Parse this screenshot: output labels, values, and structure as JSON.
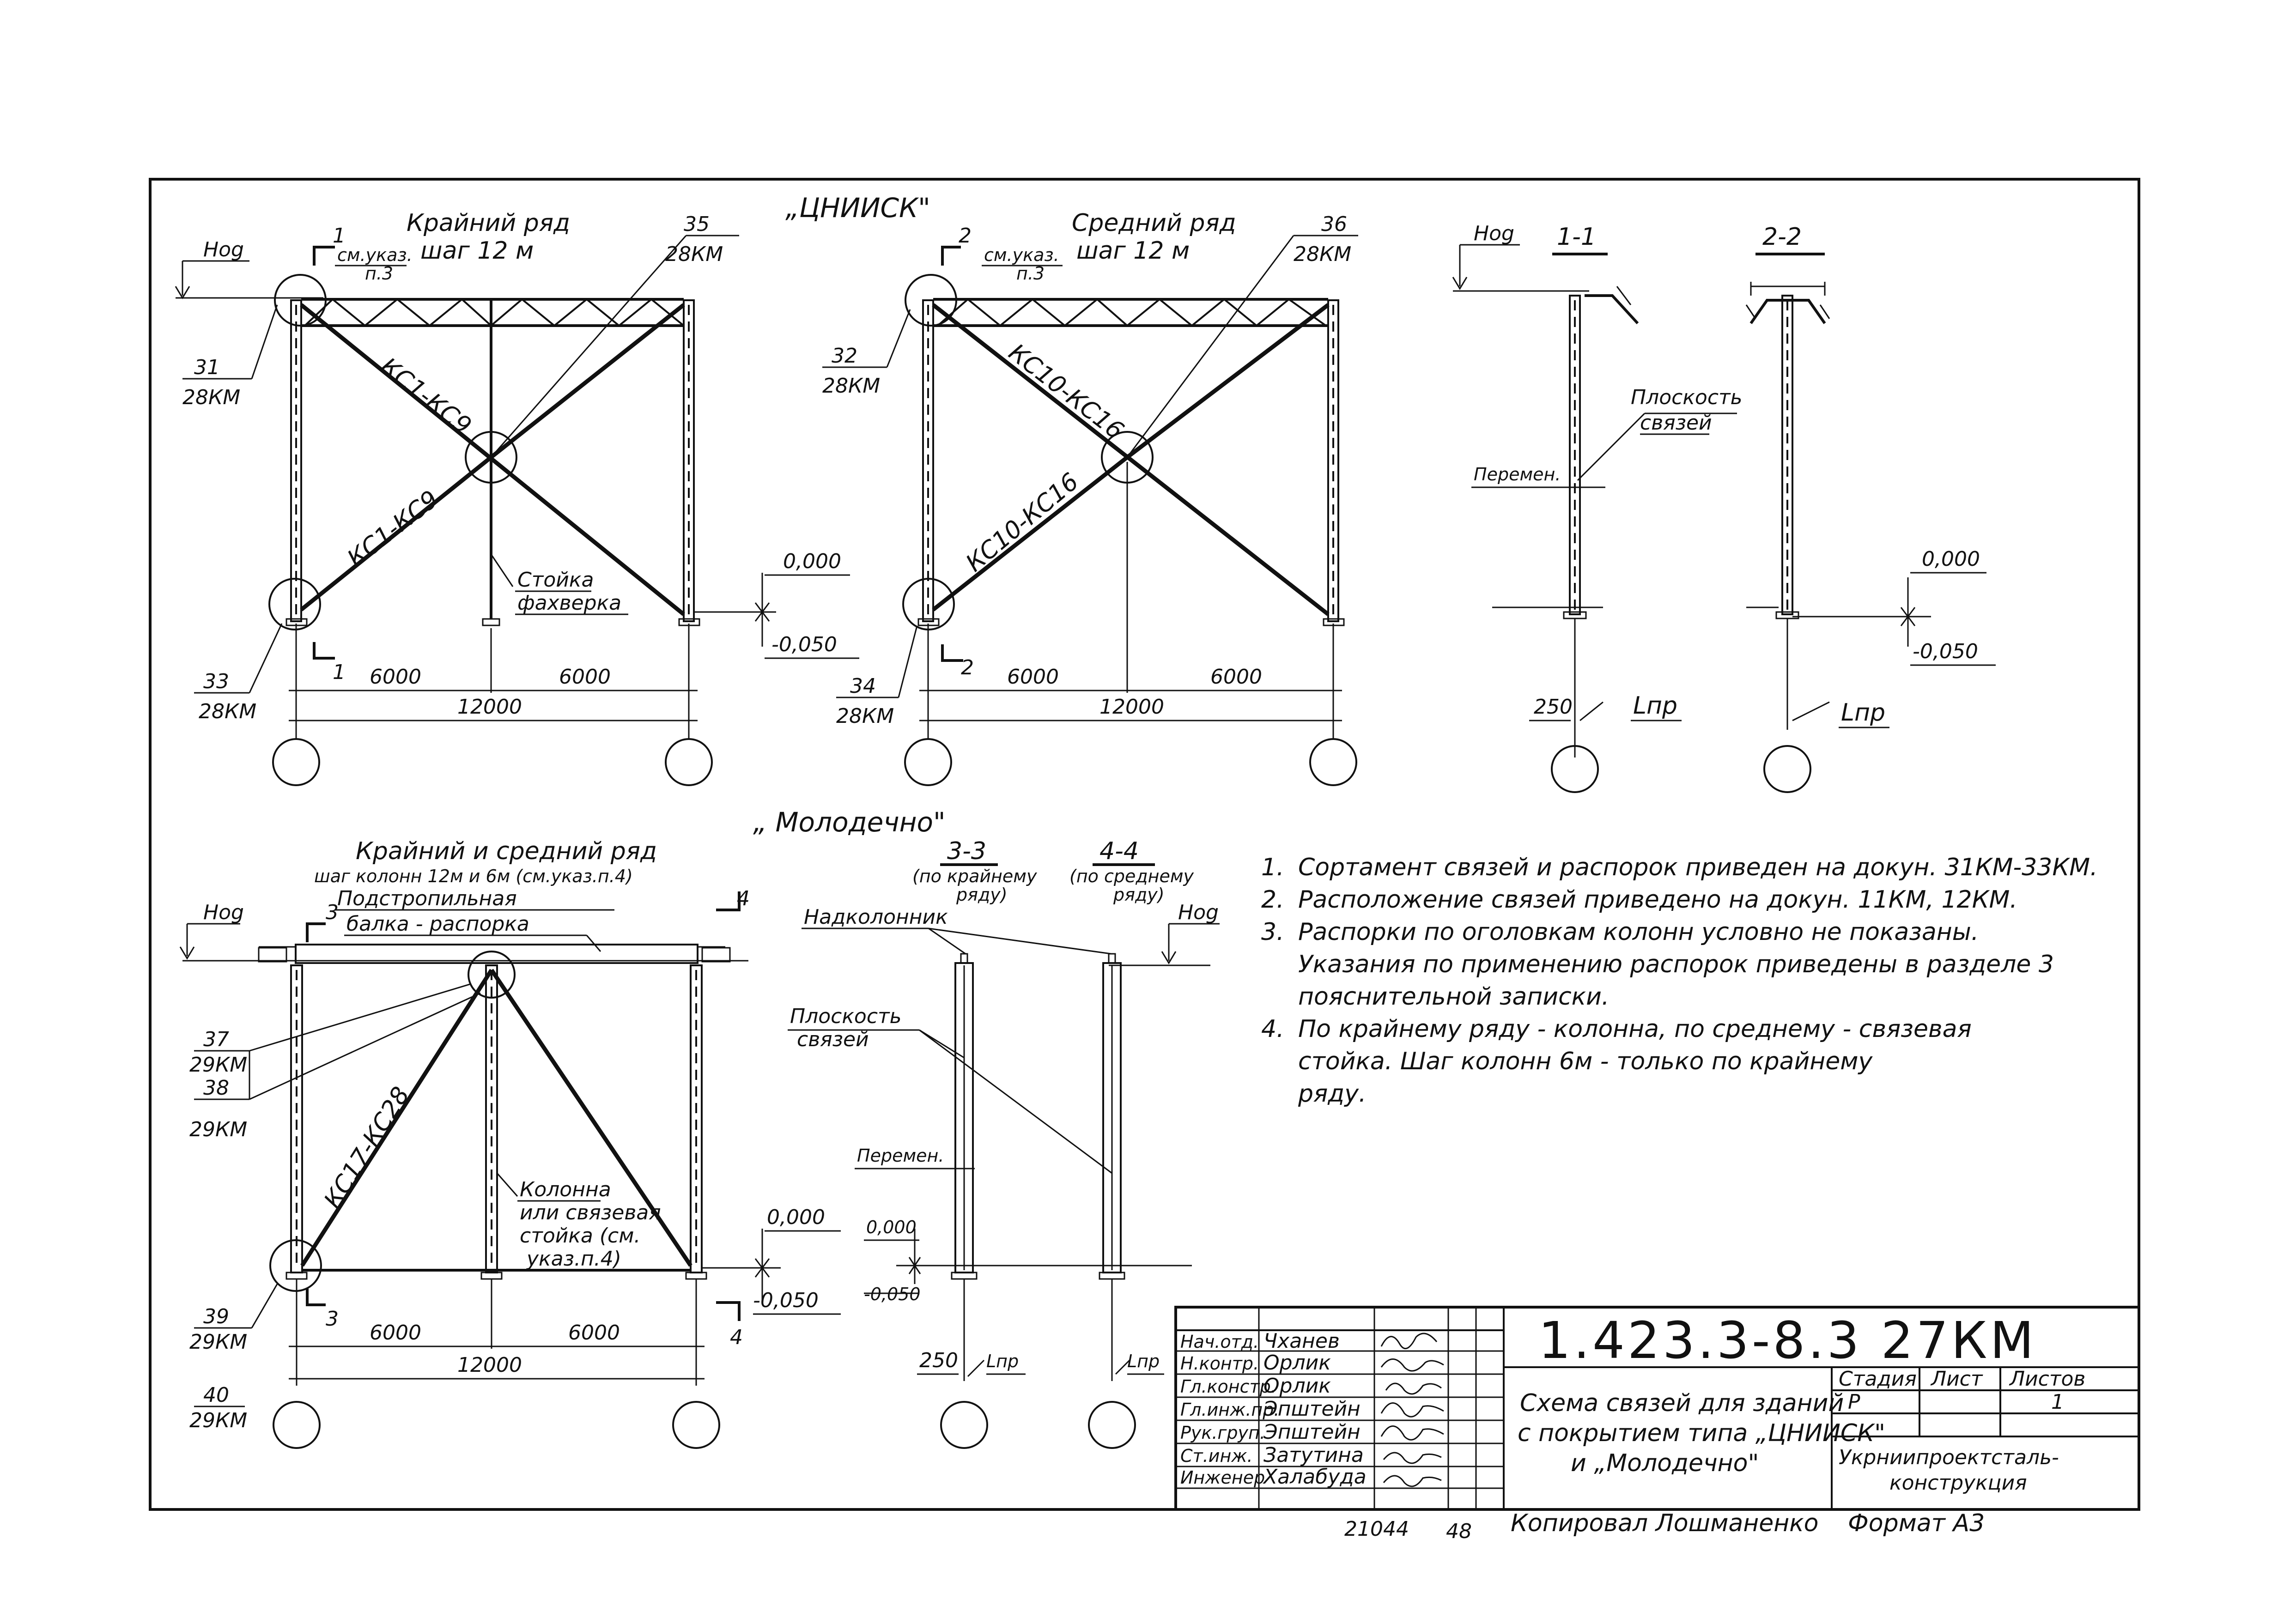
{
  "drawing": {
    "code": "1.423.3-8.3 27КМ",
    "format": "Формат А3",
    "copied_by": "Копировал  Лошманенко",
    "bottom_number": "21044",
    "page_number": "48"
  },
  "sections": {
    "tsniisk": "„ЦНИИСК\"",
    "molodechno": "„ Молодечно\""
  },
  "titles": {
    "edge_row_1": "Крайний ряд",
    "edge_row_2": "шаг 12 м",
    "middle_row_1": "Средний ряд",
    "middle_row_2": "шаг 12 м",
    "section_1_1": "1-1",
    "section_2_2": "2-2",
    "mol_1": "Крайний и средний ряд",
    "mol_2": "шаг колонн 12м и 6м (см.указ.п.4)",
    "section_3_3": "3-3",
    "section_3_3_sub_1": "(по крайнему",
    "section_3_3_sub_2": "ряду)",
    "section_4_4": "4-4",
    "section_4_4_sub_1": "(по среднему",
    "section_4_4_sub_2": "ряду)"
  },
  "labels": {
    "hog": "Нog",
    "see_note_1": "см.указ.",
    "see_note_2": "п.3",
    "brace_ks1_ks9_top": "КС1-КС9",
    "brace_ks1_ks9_bottom": "КС1-КС9",
    "brace_ks10_ks16_top": "КС10-КС16",
    "brace_ks10_ks16_bottom": "КС10-КС16",
    "brace_ks17_ks28": "КС17-КС28",
    "stoika_1": "Стойка",
    "stoika_2": "фахверка",
    "ploskost_1": "Плоскость",
    "ploskost_2": "связей",
    "peremen": "Перемен.",
    "podstropilnaya_1": "Подстропильная",
    "podstropilnaya_2": "балка - распорка",
    "nadkolonnik": "Надколонник",
    "kolonna_1": "Колонна",
    "kolonna_2": "или связевая",
    "kolonna_3": "стойка (см.",
    "kolonna_4": "указ.п.4)",
    "lpr": "Lпр",
    "sec1": "1",
    "sec2": "2",
    "sec3": "3",
    "sec4": "4"
  },
  "marks": {
    "m31": "31",
    "m32": "32",
    "m33": "33",
    "m34": "34",
    "m35": "35",
    "m36": "36",
    "km28": "28КМ",
    "m37": "37",
    "m38": "38",
    "m39": "39",
    "m40": "40",
    "km29": "29КМ"
  },
  "dimensions": {
    "d6000": "6000",
    "d12000": "12000",
    "d250": "250",
    "elev_0": "0,000",
    "elev_neg": "-0,050"
  },
  "notes": [
    {
      "num": "1.",
      "lines": [
        "Сортамент связей и распорок приведен на докун. 31КМ-33КМ."
      ]
    },
    {
      "num": "2.",
      "lines": [
        "Расположение связей приведено на докун. 11КМ, 12КМ."
      ]
    },
    {
      "num": "3.",
      "lines": [
        "Распорки по оголовкам колонн условно не показаны.",
        "Указания по применению распорок приведены в разделе 3",
        "пояснительной записки."
      ]
    },
    {
      "num": "4.",
      "lines": [
        "По крайнему ряду - колонна, по среднему - связевая",
        "стойка. Шаг колонн 6м - только по крайнему",
        "ряду."
      ]
    }
  ],
  "title_block": {
    "roles": [
      "Нач.отд.",
      "Н.контр.",
      "Гл.констр.",
      "Гл.инж.пр.",
      "Рук.груп.",
      "Ст.инж.",
      "Инженер"
    ],
    "names": [
      "Чханев",
      "Орлик",
      "Орлик",
      "Эпштейн",
      "Эпштейн",
      "Затутина",
      "Халабуда"
    ],
    "description": [
      "Схема связей для зданий",
      "с покрытием типа „ЦНИИСК\"",
      "и „Молодечно\""
    ],
    "stage_label": "Стадия",
    "sheet_label": "Лист",
    "sheets_label": "Листов",
    "stage_value": "Р",
    "sheets_value": "1",
    "organization": [
      "Укрниипроектсталь-",
      "конструкция"
    ]
  }
}
